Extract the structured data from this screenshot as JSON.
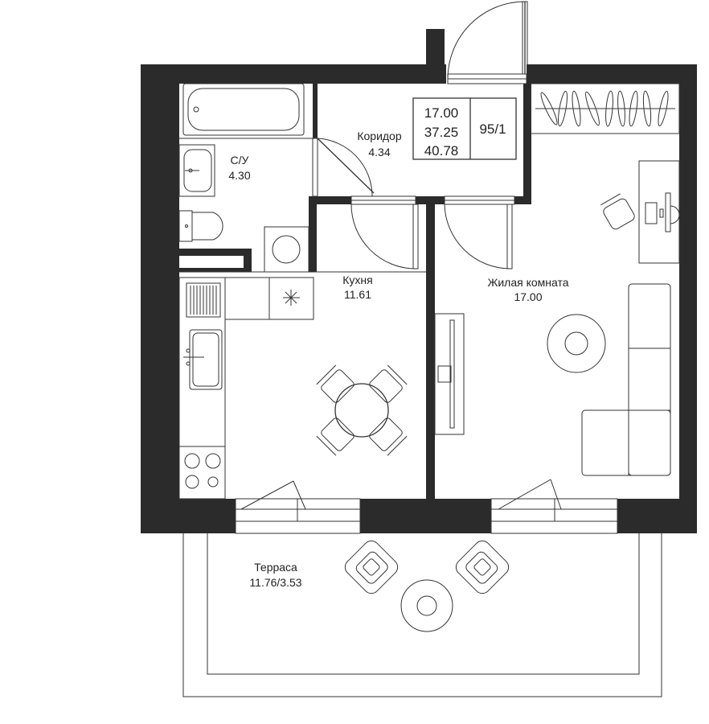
{
  "rooms": {
    "bathroom": {
      "name": "С/У",
      "area": "4.30"
    },
    "corridor": {
      "name": "Коридор",
      "area": "4.34"
    },
    "kitchen": {
      "name": "Кухня",
      "area": "11.61"
    },
    "living": {
      "name": "Жилая комната",
      "area": "17.00"
    },
    "terrace": {
      "name": "Терраса",
      "area": "11.76/3.53"
    }
  },
  "summary": {
    "living_area": "17.00",
    "total_area": "37.25",
    "total_with_terrace": "40.78",
    "apartment_number": "95/1"
  }
}
